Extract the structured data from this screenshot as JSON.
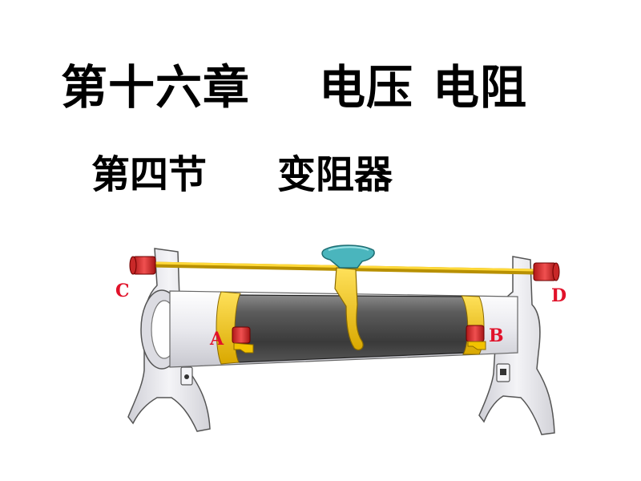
{
  "slide": {
    "chapter": "第十六章",
    "chapter_title_1": "电压",
    "chapter_title_2": "电阻",
    "section": "第四节",
    "section_title": "变阻器"
  },
  "diagram": {
    "terminal_labels": {
      "a": "A",
      "b": "B",
      "c": "C",
      "d": "D"
    },
    "colors": {
      "coil": "#4a4a4a",
      "ring": "#f2c200",
      "rod": "#f0c400",
      "slider": "#4ab5bd",
      "terminal": "#e03030",
      "label": "#e1122a",
      "frame": "#e6e6ea"
    }
  }
}
